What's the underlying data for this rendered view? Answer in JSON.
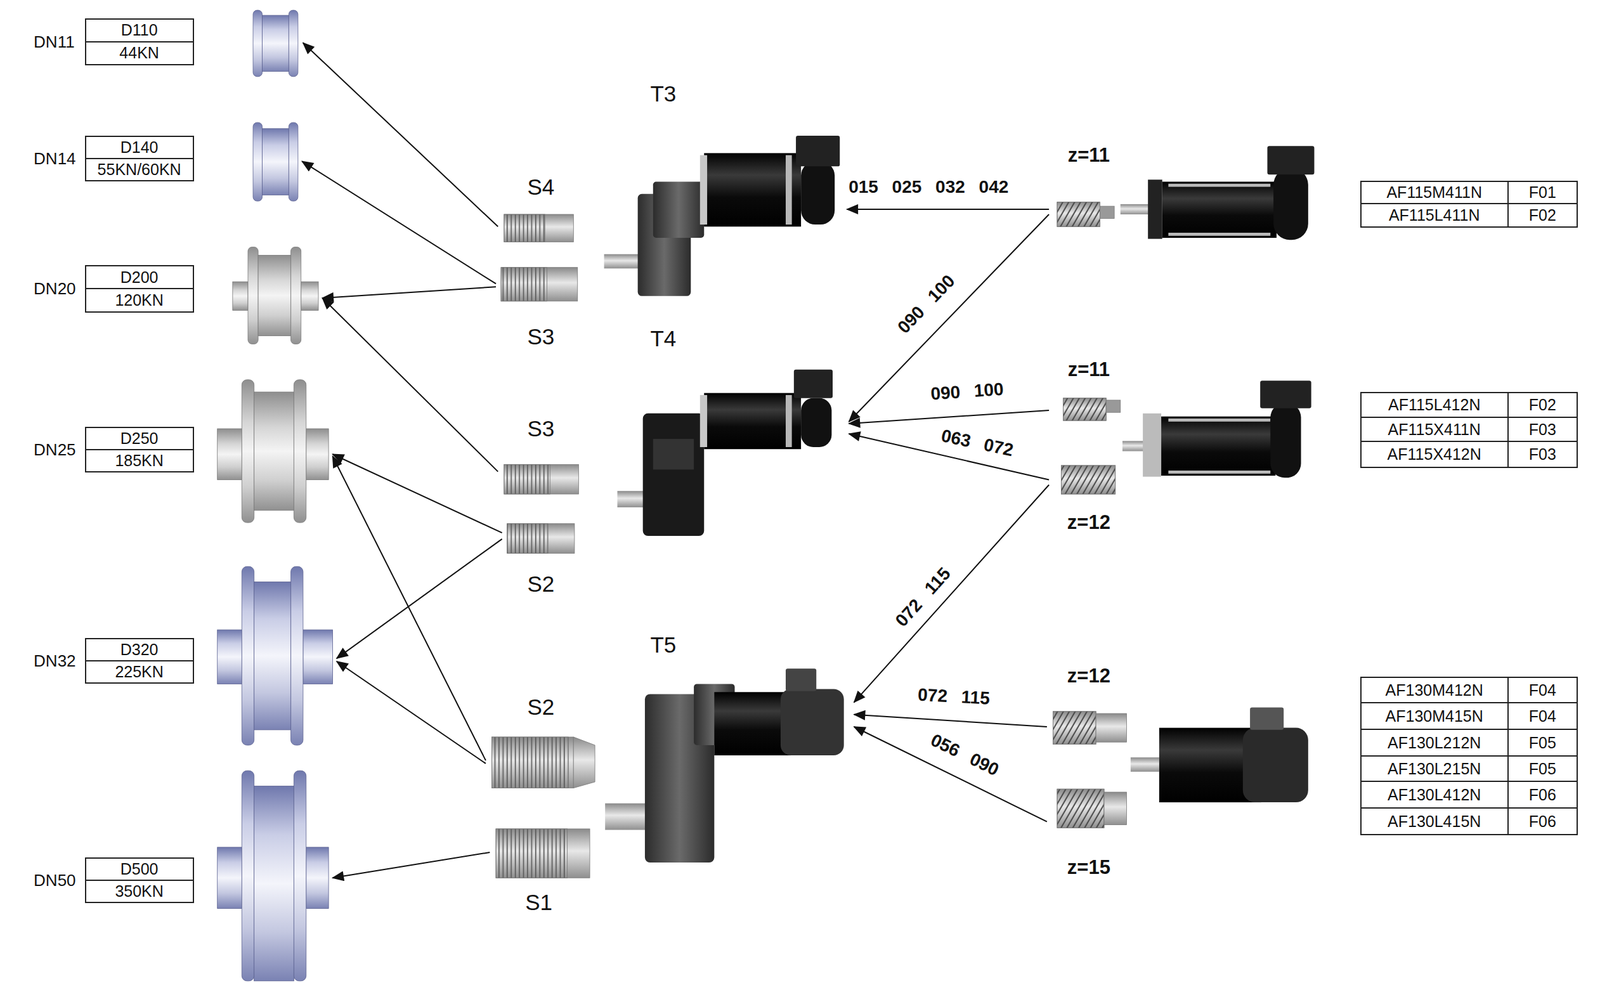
{
  "diagram": {
    "nodes": [
      {
        "text": [
          "DN11",
          "D110",
          "44KN"
        ]
      },
      {
        "text": [
          "DN14",
          "D140",
          "55KN/60KN"
        ]
      },
      {
        "text": [
          "DN20",
          "D200",
          "120KN"
        ]
      },
      {
        "text": [
          "DN25",
          "D250",
          "185KN"
        ]
      },
      {
        "text": [
          "DN32",
          "D320",
          "225KN"
        ]
      },
      {
        "text": [
          "DN50",
          "D500",
          "350KN"
        ]
      },
      {
        "text": [
          "S4"
        ]
      },
      {
        "text": [
          "S3"
        ]
      },
      {
        "text": [
          "S3"
        ]
      },
      {
        "text": [
          "S2"
        ]
      },
      {
        "text": [
          "S2"
        ]
      },
      {
        "text": [
          "S1"
        ]
      },
      {
        "text": [
          "T3"
        ]
      },
      {
        "text": [
          "T4"
        ]
      },
      {
        "text": [
          "T5"
        ]
      },
      {
        "text": [
          "z=11"
        ]
      },
      {
        "text": [
          "z=11"
        ]
      },
      {
        "text": [
          "z=12"
        ]
      },
      {
        "text": [
          "z=12"
        ]
      },
      {
        "text": [
          "z=15"
        ]
      }
    ],
    "edges": [
      {
        "from": 6,
        "to": 0,
        "arrow": "to"
      },
      {
        "from": 7,
        "to": 1,
        "arrow": "to"
      },
      {
        "from": 7,
        "to": 2,
        "arrow": "to"
      },
      {
        "from": 8,
        "to": 2,
        "arrow": "to"
      },
      {
        "from": 9,
        "to": 3,
        "arrow": "to"
      },
      {
        "from": 9,
        "to": 4,
        "arrow": "to"
      },
      {
        "from": 10,
        "to": 3,
        "arrow": "to"
      },
      {
        "from": 10,
        "to": 4,
        "arrow": "to"
      },
      {
        "from": 11,
        "to": 5,
        "arrow": "to"
      },
      {
        "from": 15,
        "to": 12,
        "label": "015 025 032 042",
        "arrow": "to"
      },
      {
        "from": 15,
        "to": 13,
        "label": "090 100",
        "arrow": "to"
      },
      {
        "from": 16,
        "to": 13,
        "label": "090 100",
        "arrow": "to"
      },
      {
        "from": 17,
        "to": 13,
        "label": "063 072",
        "arrow": "to"
      },
      {
        "from": 17,
        "to": 14,
        "label": "072 115",
        "arrow": "to"
      },
      {
        "from": 18,
        "to": 14,
        "label": "072 115",
        "arrow": "to"
      },
      {
        "from": 19,
        "to": 14,
        "label": "056 090",
        "arrow": "to"
      }
    ],
    "labels": [
      "AF115M411N",
      "F01",
      "AF115L411N",
      "F02",
      "AF115L412N",
      "F02",
      "AF115X411N",
      "F03",
      "AF115X412N",
      "F03",
      "AF130M412N",
      "F04",
      "AF130M415N",
      "F04",
      "AF130L212N",
      "F05",
      "AF130L215N",
      "F05",
      "AF130L412N",
      "F06",
      "AF130L415N",
      "F06"
    ]
  }
}
